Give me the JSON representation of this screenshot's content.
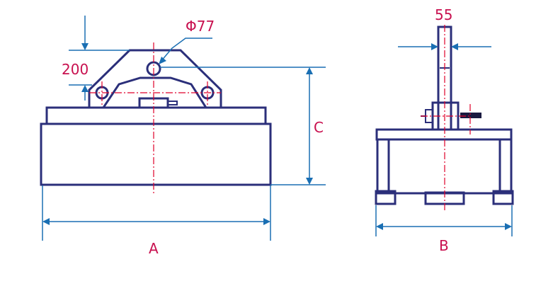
{
  "colors": {
    "outline": "#2b2f7a",
    "dimension": "#1a6fb3",
    "centerline": "#e0002a",
    "label": "#c8104f",
    "handle": "#1a1a40"
  },
  "labels": {
    "height_offset": "200",
    "hole_diameter": "Φ77",
    "length": "A",
    "height": "C",
    "width": "B",
    "lug_thickness": "55"
  }
}
